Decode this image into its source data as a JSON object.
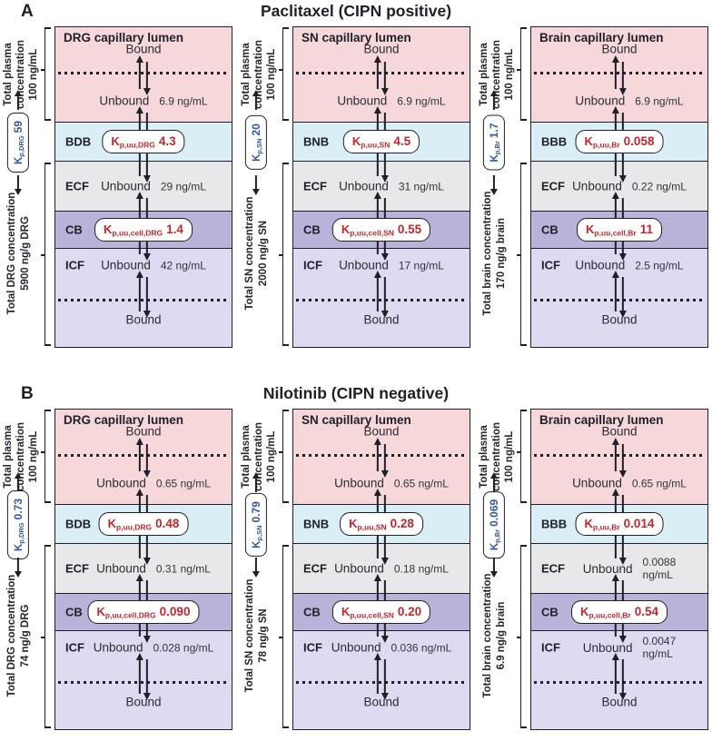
{
  "colors": {
    "ink": "#1f1f29",
    "capillary_pink": "#f6d8db",
    "membrane_cyan": "#d9eef5",
    "ecf_gray": "#e8e7e9",
    "cb_purple": "#b9b2d9",
    "icf_lavender": "#dedaf2",
    "ratio_red": "#c1272d",
    "kp_blue": "#3356a5"
  },
  "panels": [
    {
      "letter": "A",
      "title": "Paclitaxel (CIPN positive)",
      "columns": [
        {
          "plasma_label": "Total plasma concentration",
          "plasma_value": "100 ng/mL",
          "kp": {
            "letter": "K",
            "sub": "p,DRG",
            "value": "59"
          },
          "capillary": {
            "title": "DRG capillary lumen",
            "bound": "Bound",
            "unbound": "Unbound",
            "value": "6.9 ng/mL"
          },
          "membrane": {
            "label": "BDB",
            "letter": "K",
            "sub": "p,uu,DRG",
            "value": "4.3"
          },
          "ecf": {
            "label": "ECF",
            "unbound": "Unbound",
            "value": "29 ng/mL"
          },
          "cb": {
            "label": "CB",
            "letter": "K",
            "sub": "p,uu,cell,DRG",
            "value": "1.4"
          },
          "icf": {
            "label": "ICF",
            "unbound": "Unbound",
            "value": "42 ng/mL",
            "bound": "Bound"
          },
          "tissue_label": "Total DRG concentration",
          "tissue_value": "5900 ng/g DRG"
        },
        {
          "plasma_label": "Total plasma concentration",
          "plasma_value": "100 ng/mL",
          "kp": {
            "letter": "K",
            "sub": "p,SN",
            "value": "20"
          },
          "capillary": {
            "title": "SN capillary lumen",
            "bound": "Bound",
            "unbound": "Unbound",
            "value": "6.9 ng/mL"
          },
          "membrane": {
            "label": "BNB",
            "letter": "K",
            "sub": "p,uu,SN",
            "value": "4.5"
          },
          "ecf": {
            "label": "ECF",
            "unbound": "Unbound",
            "value": "31 ng/mL"
          },
          "cb": {
            "label": "CB",
            "letter": "K",
            "sub": "p,uu,cell,SN",
            "value": "0.55"
          },
          "icf": {
            "label": "ICF",
            "unbound": "Unbound",
            "value": "17 ng/mL",
            "bound": "Bound"
          },
          "tissue_label": "Total SN concentration",
          "tissue_value": "2000 ng/g SN"
        },
        {
          "plasma_label": "Total plasma concentration",
          "plasma_value": "100 ng/mL",
          "kp": {
            "letter": "K",
            "sub": "p,Br",
            "value": "1.7"
          },
          "capillary": {
            "title": "Brain capillary lumen",
            "bound": "Bound",
            "unbound": "Unbound",
            "value": "6.9 ng/mL"
          },
          "membrane": {
            "label": "BBB",
            "letter": "K",
            "sub": "p,uu,Br",
            "value": "0.058"
          },
          "ecf": {
            "label": "ECF",
            "unbound": "Unbound",
            "value": "0.22 ng/mL"
          },
          "cb": {
            "label": "CB",
            "letter": "K",
            "sub": "p,uu,cell,Br",
            "value": "11"
          },
          "icf": {
            "label": "ICF",
            "unbound": "Unbound",
            "value": "2.5 ng/mL",
            "bound": "Bound"
          },
          "tissue_label": "Total brain concentration",
          "tissue_value": "170 ng/g brain"
        }
      ]
    },
    {
      "letter": "B",
      "title": "Nilotinib (CIPN negative)",
      "columns": [
        {
          "plasma_label": "Total plasma concentration",
          "plasma_value": "100 ng/mL",
          "kp": {
            "letter": "K",
            "sub": "p,DRG",
            "value": "0.73"
          },
          "capillary": {
            "title": "DRG capillary lumen",
            "bound": "Bound",
            "unbound": "Unbound",
            "value": "0.65 ng/mL"
          },
          "membrane": {
            "label": "BDB",
            "letter": "K",
            "sub": "p,uu,DRG",
            "value": "0.48"
          },
          "ecf": {
            "label": "ECF",
            "unbound": "Unbound",
            "value": "0.31 ng/mL"
          },
          "cb": {
            "label": "CB",
            "letter": "K",
            "sub": "p,uu,cell,DRG",
            "value": "0.090"
          },
          "icf": {
            "label": "ICF",
            "unbound": "Unbound",
            "value": "0.028 ng/mL",
            "bound": "Bound"
          },
          "tissue_label": "Total DRG concentration",
          "tissue_value": "74 ng/g DRG"
        },
        {
          "plasma_label": "Total plasma concentration",
          "plasma_value": "100 ng/mL",
          "kp": {
            "letter": "K",
            "sub": "p,SN",
            "value": "0.79"
          },
          "capillary": {
            "title": "SN capillary lumen",
            "bound": "Bound",
            "unbound": "Unbound",
            "value": "0.65 ng/mL"
          },
          "membrane": {
            "label": "BNB",
            "letter": "K",
            "sub": "p,uu,SN",
            "value": "0.28"
          },
          "ecf": {
            "label": "ECF",
            "unbound": "Unbound",
            "value": "0.18 ng/mL"
          },
          "cb": {
            "label": "CB",
            "letter": "K",
            "sub": "p,uu,cell,SN",
            "value": "0.20"
          },
          "icf": {
            "label": "ICF",
            "unbound": "Unbound",
            "value": "0.036 ng/mL",
            "bound": "Bound"
          },
          "tissue_label": "Total SN concentration",
          "tissue_value": "78 ng/g SN"
        },
        {
          "plasma_label": "Total plasma concentration",
          "plasma_value": "100 ng/mL",
          "kp": {
            "letter": "K",
            "sub": "p,Br",
            "value": "0.069"
          },
          "capillary": {
            "title": "Brain capillary lumen",
            "bound": "Bound",
            "unbound": "Unbound",
            "value": "0.65 ng/mL"
          },
          "membrane": {
            "label": "BBB",
            "letter": "K",
            "sub": "p,uu,Br",
            "value": "0.014"
          },
          "ecf": {
            "label": "ECF",
            "unbound": "Unbound",
            "value": "0.0088\nng/mL"
          },
          "cb": {
            "label": "CB",
            "letter": "K",
            "sub": "p,uu,cell,Br",
            "value": "0.54"
          },
          "icf": {
            "label": "ICF",
            "unbound": "Unbound",
            "value": "0.0047\nng/mL",
            "bound": "Bound"
          },
          "tissue_label": "Total brain concentration",
          "tissue_value": "6.9 ng/g brain"
        }
      ]
    }
  ]
}
